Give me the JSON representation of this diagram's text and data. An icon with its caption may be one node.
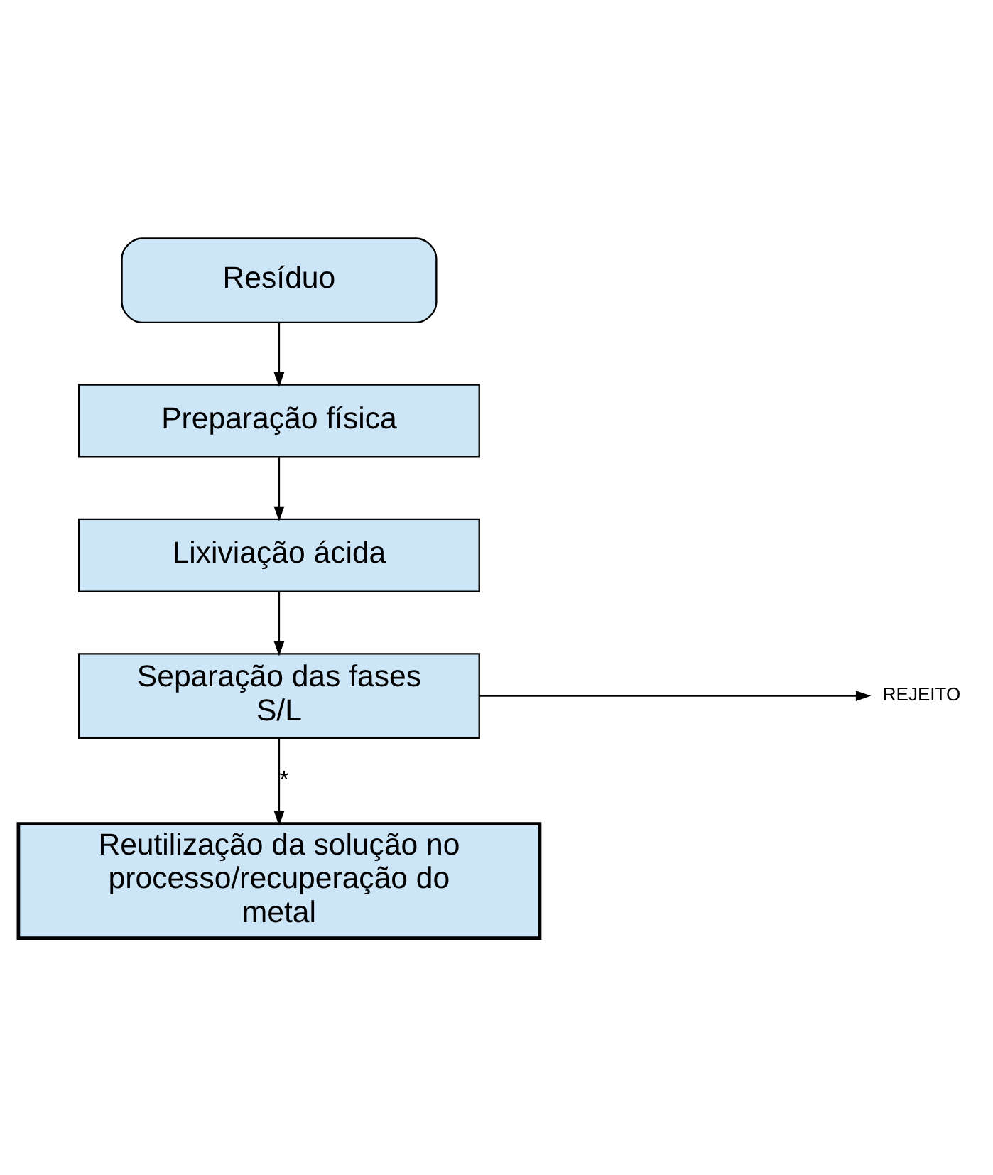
{
  "diagram": {
    "nodes": [
      {
        "text": [
          "Resíduo"
        ]
      },
      {
        "text": [
          "Preparação física"
        ]
      },
      {
        "text": [
          "Lixiviação ácida"
        ]
      },
      {
        "text": [
          "Separação das fases S/L"
        ]
      },
      {
        "text": [
          "Reutilização da solução no processo/recuperação do metal"
        ]
      },
      {
        "text": [
          "REJEITO"
        ]
      }
    ],
    "edges": [
      {
        "from": 0,
        "to": 1,
        "arrow": "to"
      },
      {
        "from": 1,
        "to": 2,
        "arrow": "to"
      },
      {
        "from": 2,
        "to": 3,
        "arrow": "to"
      },
      {
        "from": 3,
        "to": 4,
        "arrow": "to",
        "label": "*"
      },
      {
        "from": 3,
        "to": 5,
        "arrow": "to"
      }
    ]
  }
}
